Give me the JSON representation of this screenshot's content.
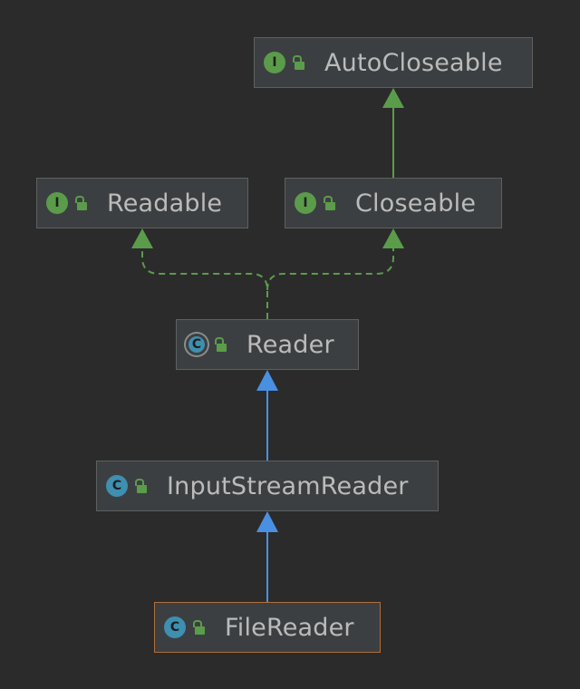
{
  "nodes": {
    "autocloseable": {
      "label": "AutoCloseable",
      "kind": "interface",
      "badge": "I"
    },
    "readable": {
      "label": "Readable",
      "kind": "interface",
      "badge": "I"
    },
    "closeable": {
      "label": "Closeable",
      "kind": "interface",
      "badge": "I"
    },
    "reader": {
      "label": "Reader",
      "kind": "abstract-class",
      "badge": "C"
    },
    "inputstreamreader": {
      "label": "InputStreamReader",
      "kind": "class",
      "badge": "C"
    },
    "filereader": {
      "label": "FileReader",
      "kind": "class",
      "badge": "C",
      "selected": true
    }
  },
  "edges": [
    {
      "from": "Closeable",
      "to": "AutoCloseable",
      "type": "extends"
    },
    {
      "from": "Reader",
      "to": "Readable",
      "type": "implements"
    },
    {
      "from": "Reader",
      "to": "Closeable",
      "type": "implements"
    },
    {
      "from": "InputStreamReader",
      "to": "Reader",
      "type": "extends"
    },
    {
      "from": "FileReader",
      "to": "InputStreamReader",
      "type": "extends"
    }
  ],
  "colors": {
    "background": "#2b2b2b",
    "node_fill": "#3c3f41",
    "node_border": "#5e6060",
    "selected_border": "#b06f3a",
    "interface_badge": "#5b9c4b",
    "class_badge": "#3e8fb0",
    "interface_edge": "#5b9c4b",
    "class_edge": "#4a90e2",
    "text": "#bbbbbb"
  },
  "icons": {
    "interface": "interface-icon",
    "class": "class-icon",
    "abstract_class": "abstract-class-icon",
    "visibility": "public-lock-icon"
  }
}
